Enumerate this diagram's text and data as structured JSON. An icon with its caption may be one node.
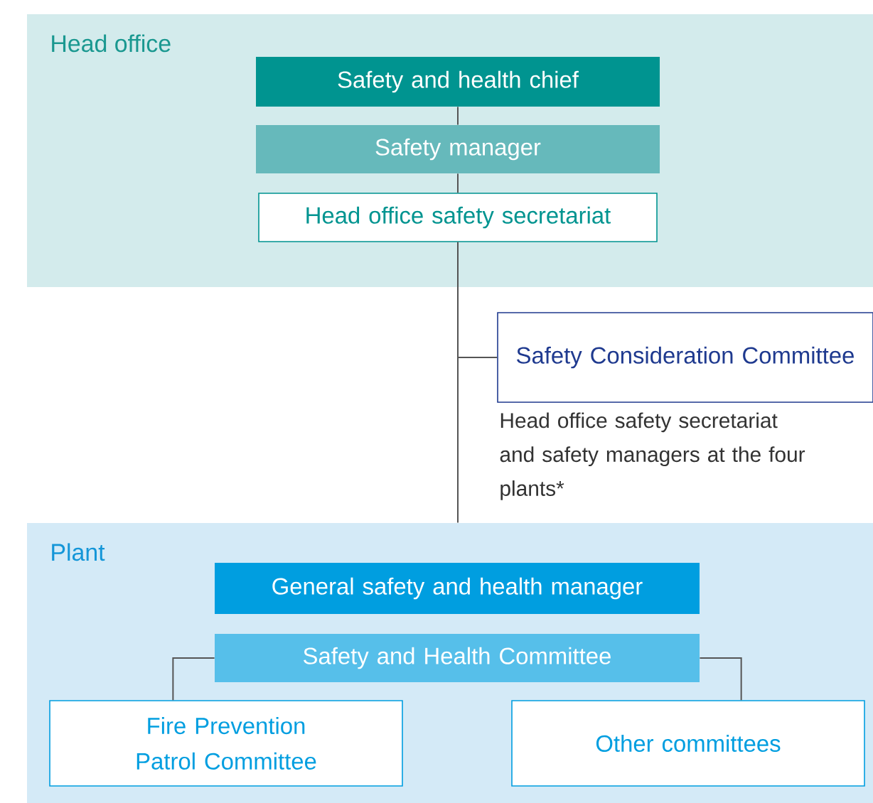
{
  "diagram": {
    "nodes": [
      {
        "text": [
          "Head office"
        ]
      },
      {
        "text": [
          "Safety and health chief"
        ],
        "in": 0
      },
      {
        "text": [
          "Safety manager"
        ],
        "in": 0
      },
      {
        "text": [
          "Head office safety secretariat"
        ],
        "in": 0
      },
      {
        "text": [
          "Safety Consideration Committee"
        ],
        "beside": [
          "Head office safety secretariat and safety managers at the four plants*"
        ]
      },
      {
        "text": [
          "Plant"
        ]
      },
      {
        "text": [
          "General safety and health manager"
        ],
        "in": 5
      },
      {
        "text": [
          "Safety and Health Committee"
        ],
        "in": 5
      },
      {
        "text": [
          "Fire Prevention Patrol Committee"
        ],
        "in": 5
      },
      {
        "text": [
          "Other committees"
        ],
        "in": 5
      }
    ],
    "edges": [
      {
        "from": 1,
        "to": 2,
        "arrow": "none"
      },
      {
        "from": 2,
        "to": 3,
        "arrow": "none"
      },
      {
        "from": 3,
        "to": 4,
        "arrow": "none"
      },
      {
        "from": 3,
        "to": 5,
        "arrow": "none"
      },
      {
        "from": 7,
        "to": 8,
        "arrow": "none"
      },
      {
        "from": 7,
        "to": 9,
        "arrow": "none"
      }
    ]
  }
}
